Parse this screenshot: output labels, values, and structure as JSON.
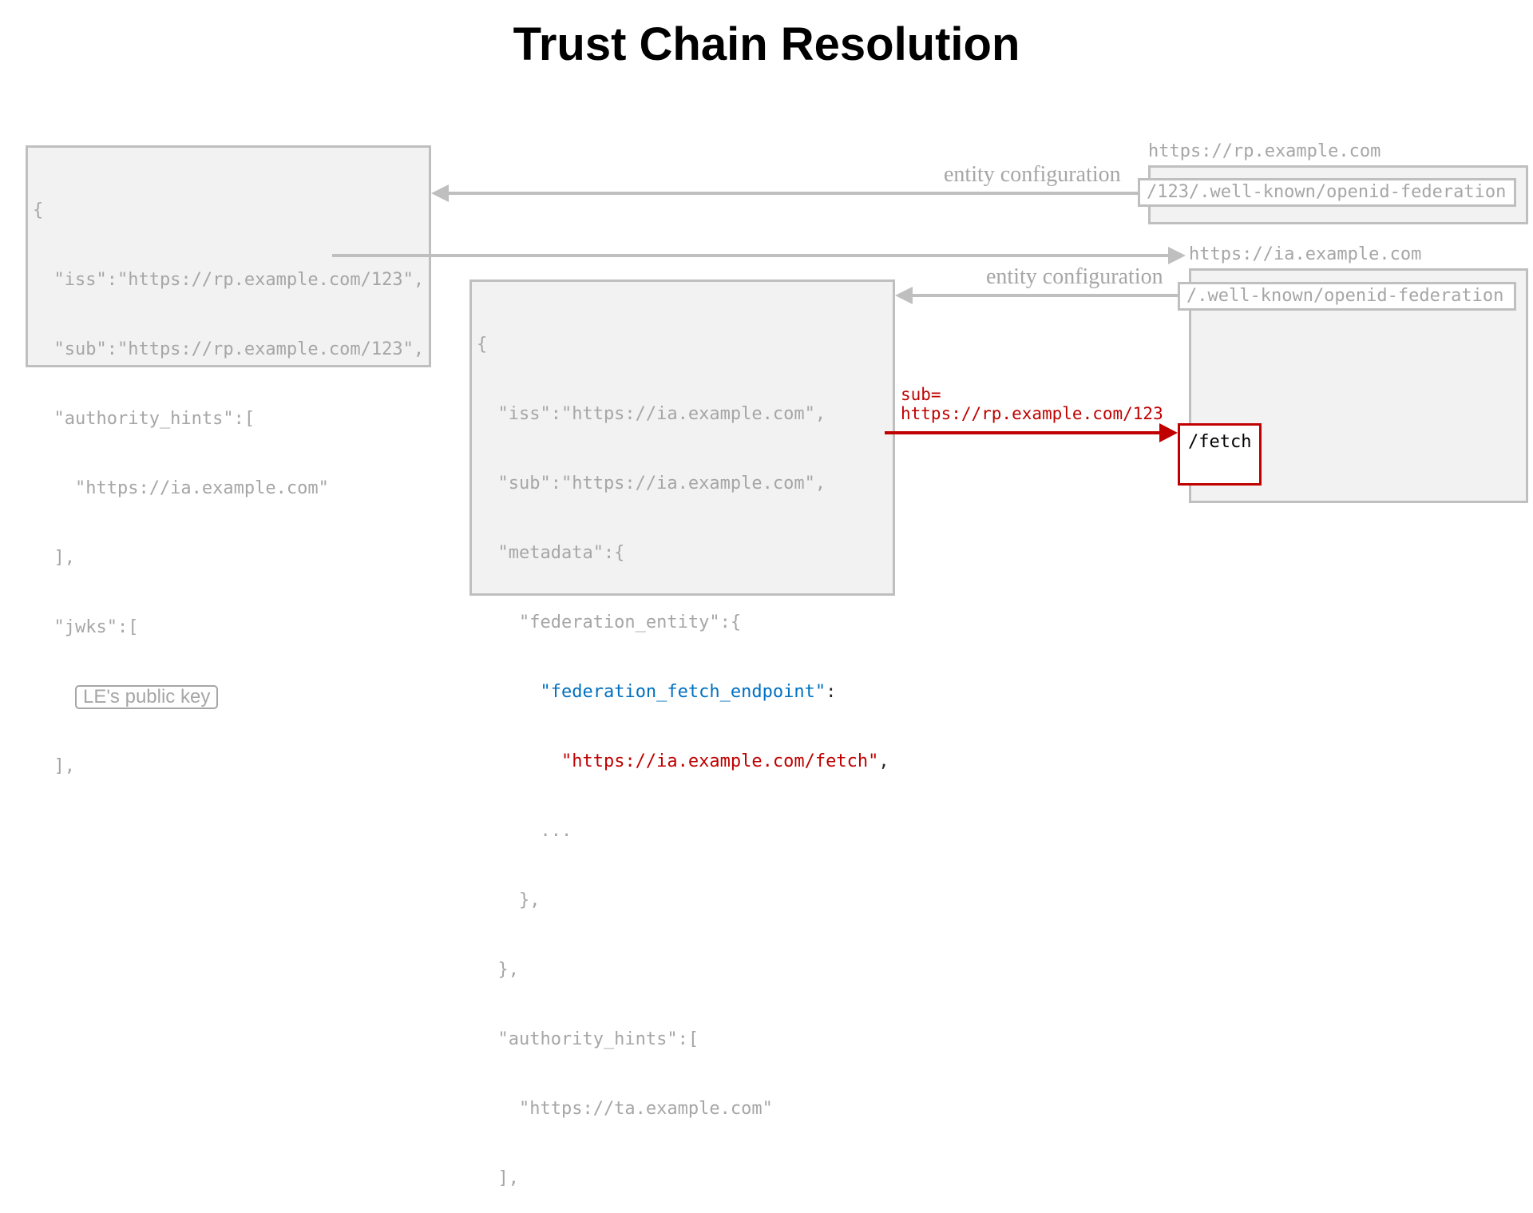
{
  "title": "Trust Chain Resolution",
  "rp_config": {
    "lines": [
      "{",
      "  \"iss\":\"https://rp.example.com/123\",",
      "  \"sub\":\"https://rp.example.com/123\",",
      "  \"authority_hints\":[",
      "    \"https://ia.example.com\"",
      "  ],",
      "  \"jwks\":[",
      "  ],"
    ],
    "jwks_key_label": "LE's public key"
  },
  "ia_config": {
    "line1": "{",
    "line2": "  \"iss\":\"https://ia.example.com\",",
    "line3": "  \"sub\":\"https://ia.example.com\",",
    "line4": "  \"metadata\":{",
    "line5": "    \"federation_entity\":{",
    "line6_indent": "      ",
    "fetch_endpoint_key": "\"federation_fetch_endpoint\"",
    "line6_colon": ":",
    "line7_indent": "        ",
    "fetch_endpoint_value": "\"https://ia.example.com/fetch\"",
    "line7_comma": ",",
    "line8": "      ...",
    "line9": "    },",
    "line10": "  },",
    "line11": "  \"authority_hints\":[",
    "line12": "    \"https://ta.example.com\"",
    "line13": "  ],"
  },
  "rp_server": {
    "host": "https://rp.example.com",
    "path": "/123/.well-known/openid-federation"
  },
  "ia_server": {
    "host": "https://ia.example.com",
    "path": "/.well-known/openid-federation",
    "fetch_path": "/fetch"
  },
  "labels": {
    "entity_configuration_1": "entity configuration",
    "entity_configuration_2": "entity configuration",
    "sub_param_line1": "sub=",
    "sub_param_line2": "https://rp.example.com/123"
  },
  "colors": {
    "gray_text": "#a6a6a6",
    "box_border": "#bfbfbf",
    "box_fill": "#f2f2f2",
    "highlight_blue": "#0070c0",
    "highlight_red": "#c00000"
  }
}
